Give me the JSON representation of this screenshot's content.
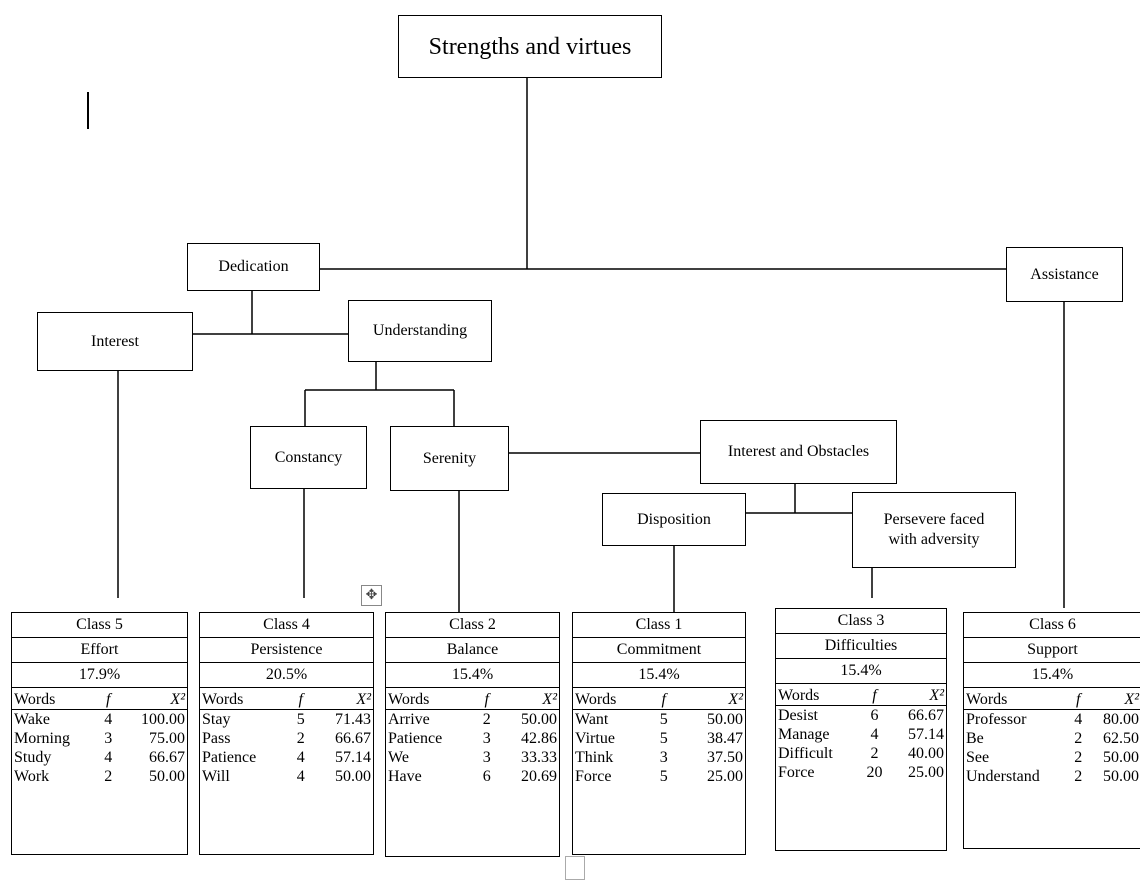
{
  "title": "Strengths and virtues",
  "nodes": {
    "dedication": "Dedication",
    "assistance": "Assistance",
    "interest": "Interest",
    "understanding": "Understanding",
    "constancy": "Constancy",
    "serenity": "Serenity",
    "interest_obstacles": "Interest and Obstacles",
    "disposition": "Disposition",
    "persevere_line1": "Persevere faced",
    "persevere_line2": "with adversity"
  },
  "columns": {
    "words": "Words",
    "f": "f",
    "x2": "X²"
  },
  "classes": [
    {
      "name": "Class 5",
      "label": "Effort",
      "percent": "17.9%",
      "rows": [
        [
          "Wake",
          "4",
          "100.00"
        ],
        [
          "Morning",
          "3",
          "75.00"
        ],
        [
          "Study",
          "4",
          "66.67"
        ],
        [
          "Work",
          "2",
          "50.00"
        ]
      ]
    },
    {
      "name": "Class 4",
      "label": "Persistence",
      "percent": "20.5%",
      "rows": [
        [
          "Stay",
          "5",
          "71.43"
        ],
        [
          "Pass",
          "2",
          "66.67"
        ],
        [
          "Patience",
          "4",
          "57.14"
        ],
        [
          "Will",
          "4",
          "50.00"
        ]
      ]
    },
    {
      "name": "Class 2",
      "label": "Balance",
      "percent": "15.4%",
      "rows": [
        [
          "Arrive",
          "2",
          "50.00"
        ],
        [
          "Patience",
          "3",
          "42.86"
        ],
        [
          "We",
          "3",
          "33.33"
        ],
        [
          "Have",
          "6",
          "20.69"
        ]
      ]
    },
    {
      "name": "Class 1",
      "label": "Commitment",
      "percent": "15.4%",
      "rows": [
        [
          "Want",
          "5",
          "50.00"
        ],
        [
          "Virtue",
          "5",
          "38.47"
        ],
        [
          "Think",
          "3",
          "37.50"
        ],
        [
          "Force",
          "5",
          "25.00"
        ]
      ]
    },
    {
      "name": "Class 3",
      "label": "Difficulties",
      "percent": "15.4%",
      "rows": [
        [
          "Desist",
          "6",
          "66.67"
        ],
        [
          "Manage",
          "4",
          "57.14"
        ],
        [
          "Difficult",
          "2",
          "40.00"
        ],
        [
          "Force",
          "20",
          "25.00"
        ]
      ]
    },
    {
      "name": "Class 6",
      "label": "Support",
      "percent": "15.4%",
      "rows": [
        [
          "Professor",
          "4",
          "80.00"
        ],
        [
          "Be",
          "2",
          "62.50"
        ],
        [
          "See",
          "2",
          "50.00"
        ],
        [
          "Understand",
          "2",
          "50.00"
        ]
      ]
    }
  ]
}
